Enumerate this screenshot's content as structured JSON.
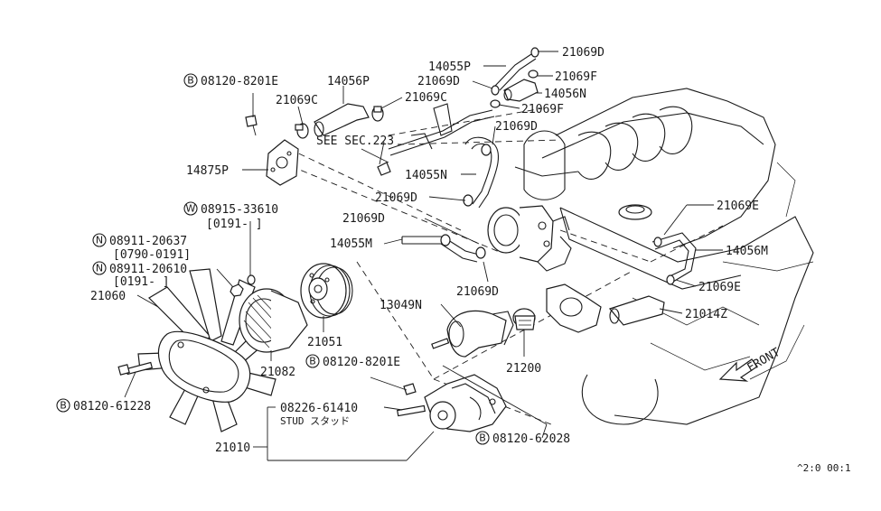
{
  "diagram": {
    "callouts": {
      "c21069D_top": "21069D",
      "c14055P": "14055P",
      "c21069D_2": "21069D",
      "c21069F_1": "21069F",
      "c14056N": "14056N",
      "c21069F_2": "21069F",
      "c08120_8201E_top": "08120-8201E",
      "c14056P": "14056P",
      "c21069C_1": "21069C",
      "c21069C_2": "21069C",
      "c21069D_3": "21069D",
      "see_sec": "SEE SEC.223",
      "c14875P": "14875P",
      "c14055N": "14055N",
      "c08915_33610": "08915-33610",
      "c08915_range": "[0191-   ]",
      "c21069D_4": "21069D",
      "c21069D_5": "21069D",
      "c21069E_1": "21069E",
      "c08911_20637": "08911-20637",
      "c08911_20637_range": "[0790-0191]",
      "c14055M": "14055M",
      "c14056M": "14056M",
      "c08911_20610": "08911-20610",
      "c08911_20610_range": "[0191-   ]",
      "c21060": "21060",
      "c21069D_6": "21069D",
      "c21069E_2": "21069E",
      "c13049N": "13049N",
      "c21014Z": "21014Z",
      "c21051": "21051",
      "c08120_8201E_mid": "08120-8201E",
      "c21200": "21200",
      "c21082": "21082",
      "c08120_61228": "08120-61228",
      "c08226_61410": "08226-61410",
      "stud": "STUD スタッド",
      "c21010": "21010",
      "c08120_62028": "08120-62028",
      "front": "FRONT",
      "ref_code": "^2:0  00:1"
    },
    "prefix_letters": {
      "bolt": "B",
      "washer": "W",
      "nut": "N"
    }
  }
}
